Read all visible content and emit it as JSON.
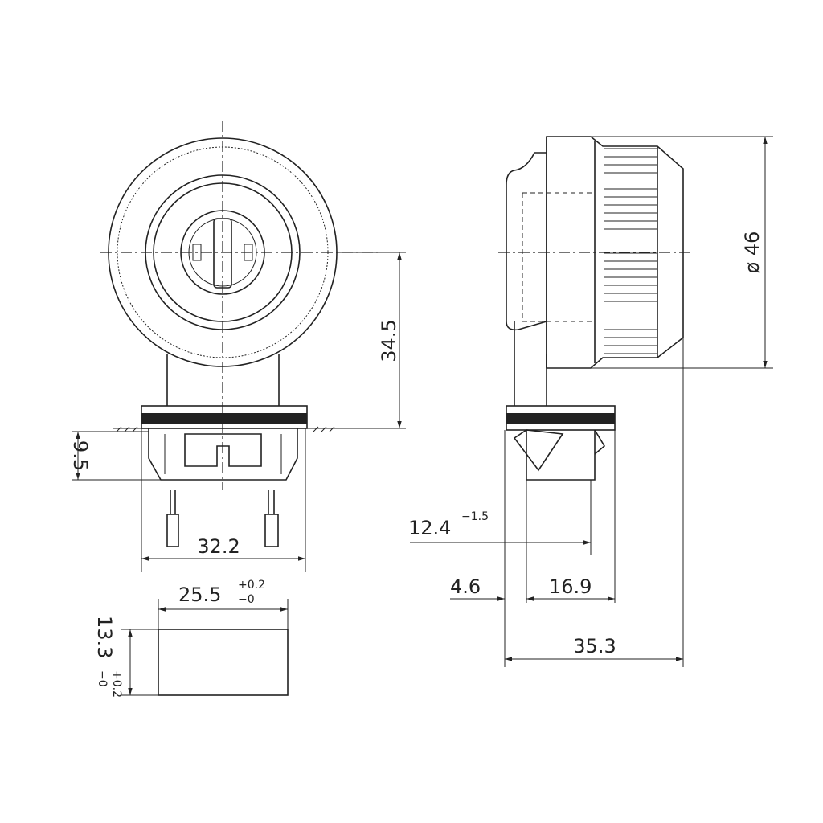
{
  "dimensions": {
    "diameter": "ø 46",
    "height_center": "34.5",
    "body_depth": "9.5",
    "flange_width": "32.2",
    "cutout_width": "25.5",
    "cutout_width_tol_plus": "+0.2",
    "cutout_width_tol_minus": "−0",
    "cutout_height": "13.3",
    "cutout_height_tol_plus": "+0.2",
    "cutout_height_tol_minus": "−0",
    "panel_range": "12.4",
    "panel_range_tol": "−1.5",
    "flange_thickness": "4.6",
    "rear_depth": "16.9",
    "overall_depth": "35.3"
  }
}
